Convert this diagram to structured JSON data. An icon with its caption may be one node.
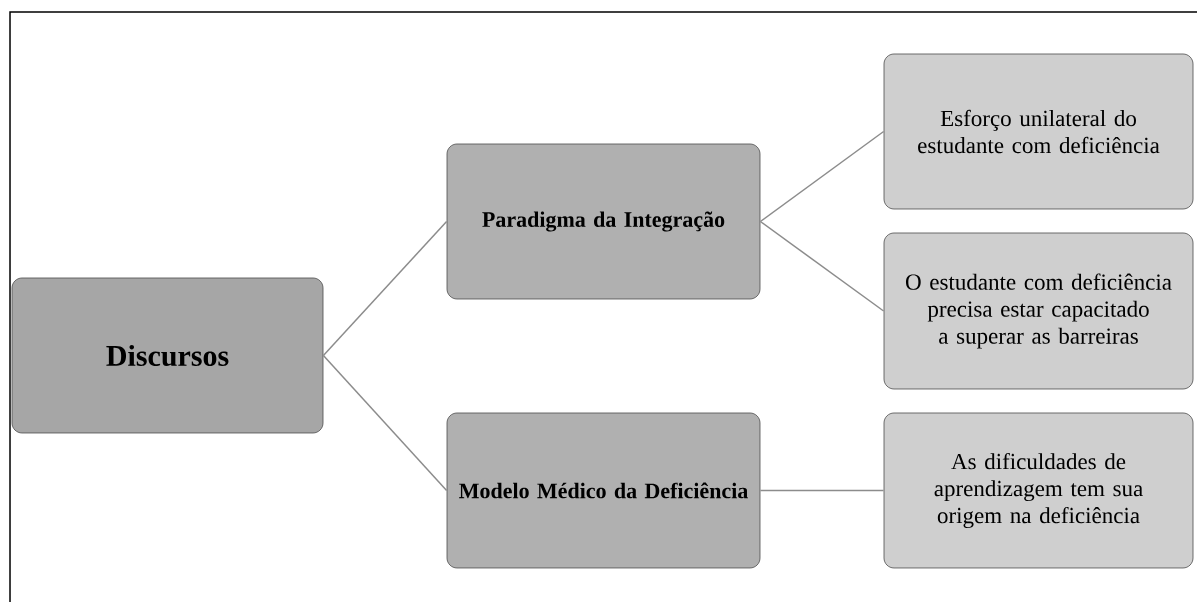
{
  "diagram": {
    "nodes": [
      {
        "text": [
          "Discursos"
        ]
      },
      {
        "text": [
          "Paradigma da Integração"
        ]
      },
      {
        "text": [
          "Modelo Médico da Deficiência"
        ]
      },
      {
        "text": [
          "Esforço unilateral do estudante com deficiência"
        ]
      },
      {
        "text": [
          "O estudante com deficiência precisa estar capacitado a superar as barreiras"
        ]
      },
      {
        "text": [
          "As dificuldades de aprendizagem tem sua origem na deficiência"
        ]
      }
    ],
    "edges": [
      {
        "from": 0,
        "to": 1,
        "arrow": "none"
      },
      {
        "from": 0,
        "to": 2,
        "arrow": "none"
      },
      {
        "from": 1,
        "to": 3,
        "arrow": "none"
      },
      {
        "from": 1,
        "to": 4,
        "arrow": "none"
      },
      {
        "from": 2,
        "to": 5,
        "arrow": "none"
      }
    ]
  }
}
